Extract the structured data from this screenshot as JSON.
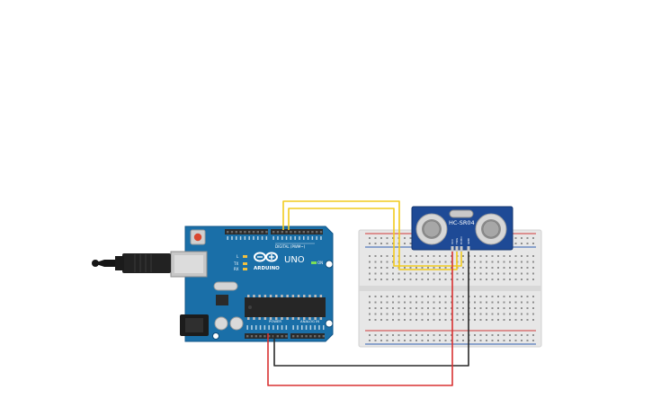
{
  "arduino": {
    "logo": "ARDUINO",
    "model": "UNO",
    "digital_label": "DIGITAL (PWM~)",
    "power_label": "POWER",
    "analog_label": "ANALOG IN",
    "on_label": "ON",
    "tx_label": "TX",
    "rx_label": "RX",
    "l_label": "L",
    "board_color": "#1a6fa8",
    "header_color": "#2b2b2b"
  },
  "sensor": {
    "model": "HC-SR04",
    "pins": [
      "VCC",
      "TRIG",
      "ECHO",
      "GND"
    ],
    "board_color": "#1e4a96"
  },
  "breadboard": {
    "color": "#e7e7e7",
    "rail_red": "#d03a3a",
    "rail_blue": "#2f5fb0"
  },
  "wires": {
    "signal_color": "#f2cb1d",
    "power_color": "#d93232",
    "ground_color": "#2a2a2a"
  },
  "usb": {
    "plug_color": "#222222"
  }
}
